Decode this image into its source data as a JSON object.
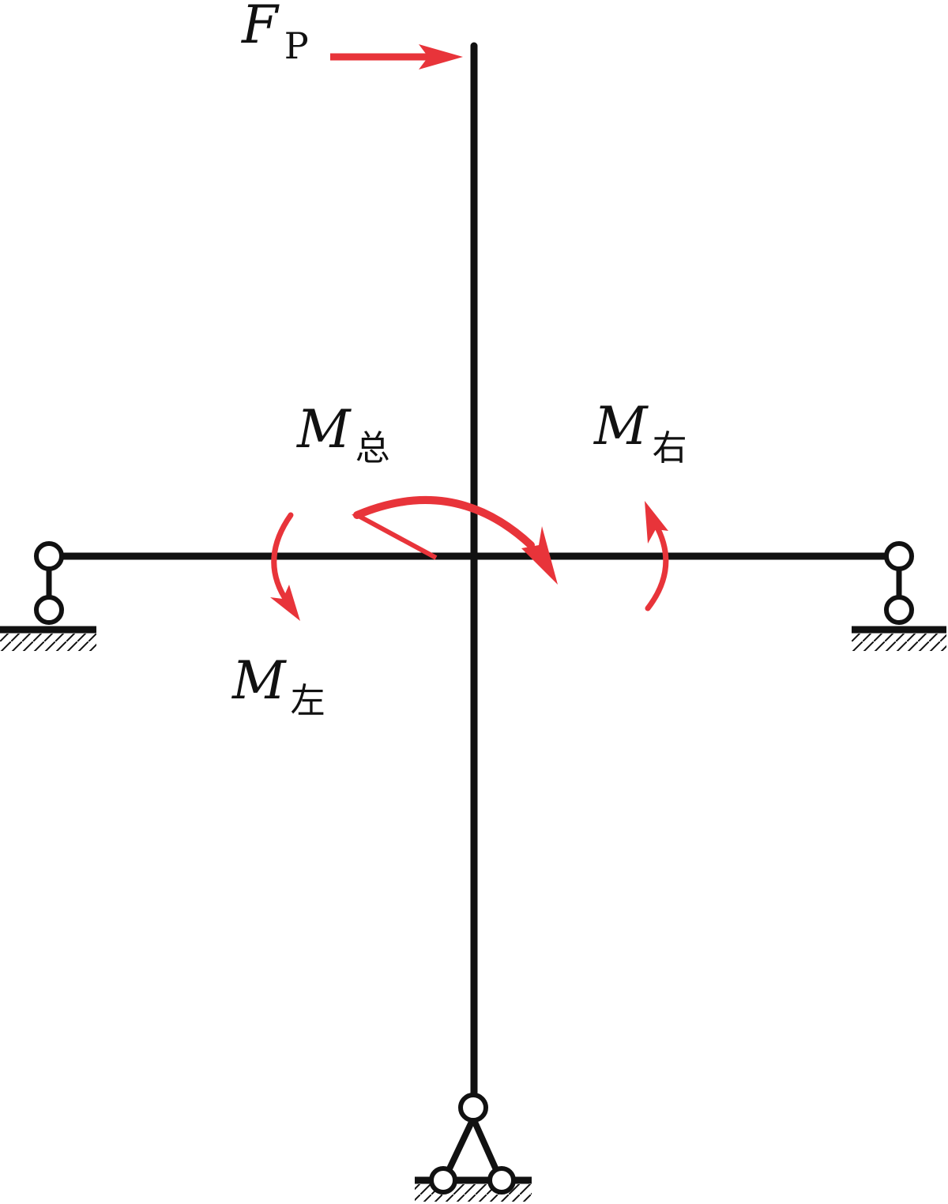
{
  "labels": {
    "force": {
      "main": "F",
      "sub": "P"
    },
    "moment_total": {
      "main": "M",
      "sub": "总"
    },
    "moment_right": {
      "main": "M",
      "sub": "右"
    },
    "moment_left": {
      "main": "M",
      "sub": "左"
    }
  },
  "colors": {
    "member": "#111111",
    "load": "#e8343a",
    "background": "#ffffff"
  },
  "icons": {
    "left_support": "roller-support-icon",
    "right_support": "roller-support-icon",
    "bottom_support": "pin-support-icon"
  }
}
